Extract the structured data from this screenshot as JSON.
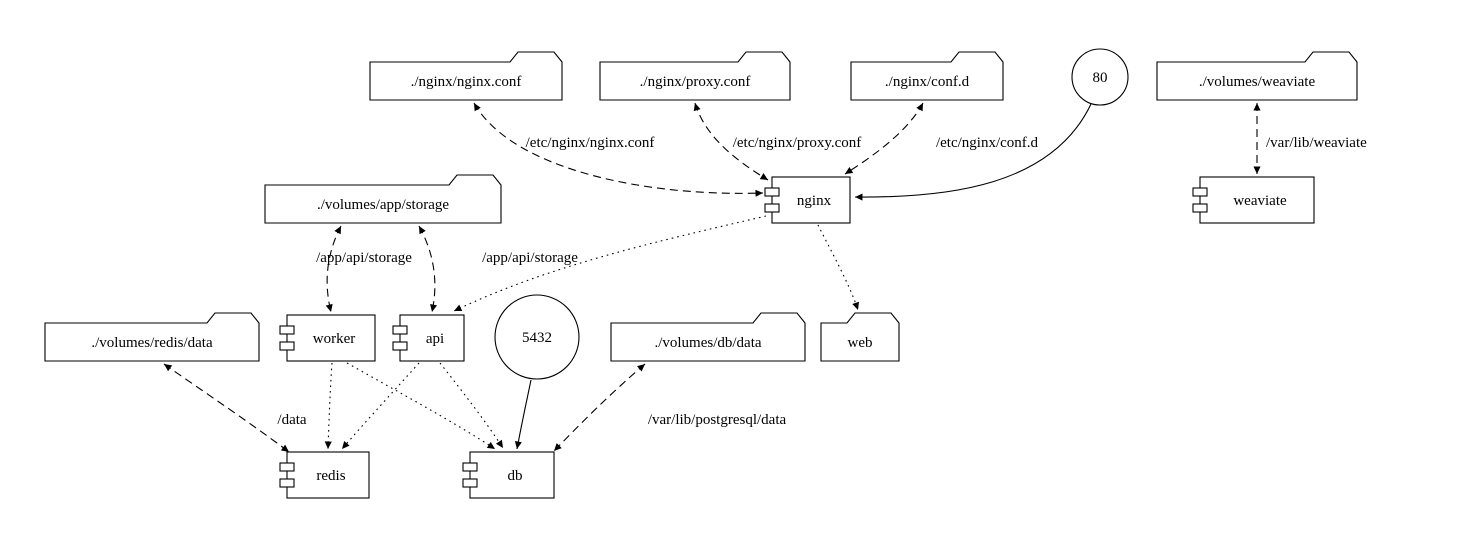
{
  "diagram": {
    "colors": {
      "background": "#ffffff",
      "stroke": "#000000",
      "text": "#000000"
    },
    "nodes": {
      "nginx_conf": {
        "label": "./nginx/nginx.conf",
        "type": "folder"
      },
      "proxy_conf": {
        "label": "./nginx/proxy.conf",
        "type": "folder"
      },
      "conf_d": {
        "label": "./nginx/conf.d",
        "type": "folder"
      },
      "port_80": {
        "label": "80",
        "type": "circle"
      },
      "volumes_weaviate": {
        "label": "./volumes/weaviate",
        "type": "folder"
      },
      "app_storage": {
        "label": "./volumes/app/storage",
        "type": "folder"
      },
      "nginx": {
        "label": "nginx",
        "type": "component"
      },
      "weaviate": {
        "label": "weaviate",
        "type": "component"
      },
      "redis_data": {
        "label": "./volumes/redis/data",
        "type": "folder"
      },
      "worker": {
        "label": "worker",
        "type": "component"
      },
      "api": {
        "label": "api",
        "type": "component"
      },
      "port_5432": {
        "label": "5432",
        "type": "circle"
      },
      "db_data": {
        "label": "./volumes/db/data",
        "type": "folder"
      },
      "web": {
        "label": "web",
        "type": "folder"
      },
      "redis": {
        "label": "redis",
        "type": "component"
      },
      "db": {
        "label": "db",
        "type": "component"
      }
    },
    "edge_labels": {
      "etc_nginx_conf": "/etc/nginx/nginx.conf",
      "etc_proxy_conf": "/etc/nginx/proxy.conf",
      "etc_conf_d": "/etc/nginx/conf.d",
      "var_lib_weaviate": "/var/lib/weaviate",
      "storage_worker": "/app/api/storage",
      "storage_api": "/app/api/storage",
      "redis_mount": "/data",
      "db_mount": "/var/lib/postgresql/data"
    }
  }
}
